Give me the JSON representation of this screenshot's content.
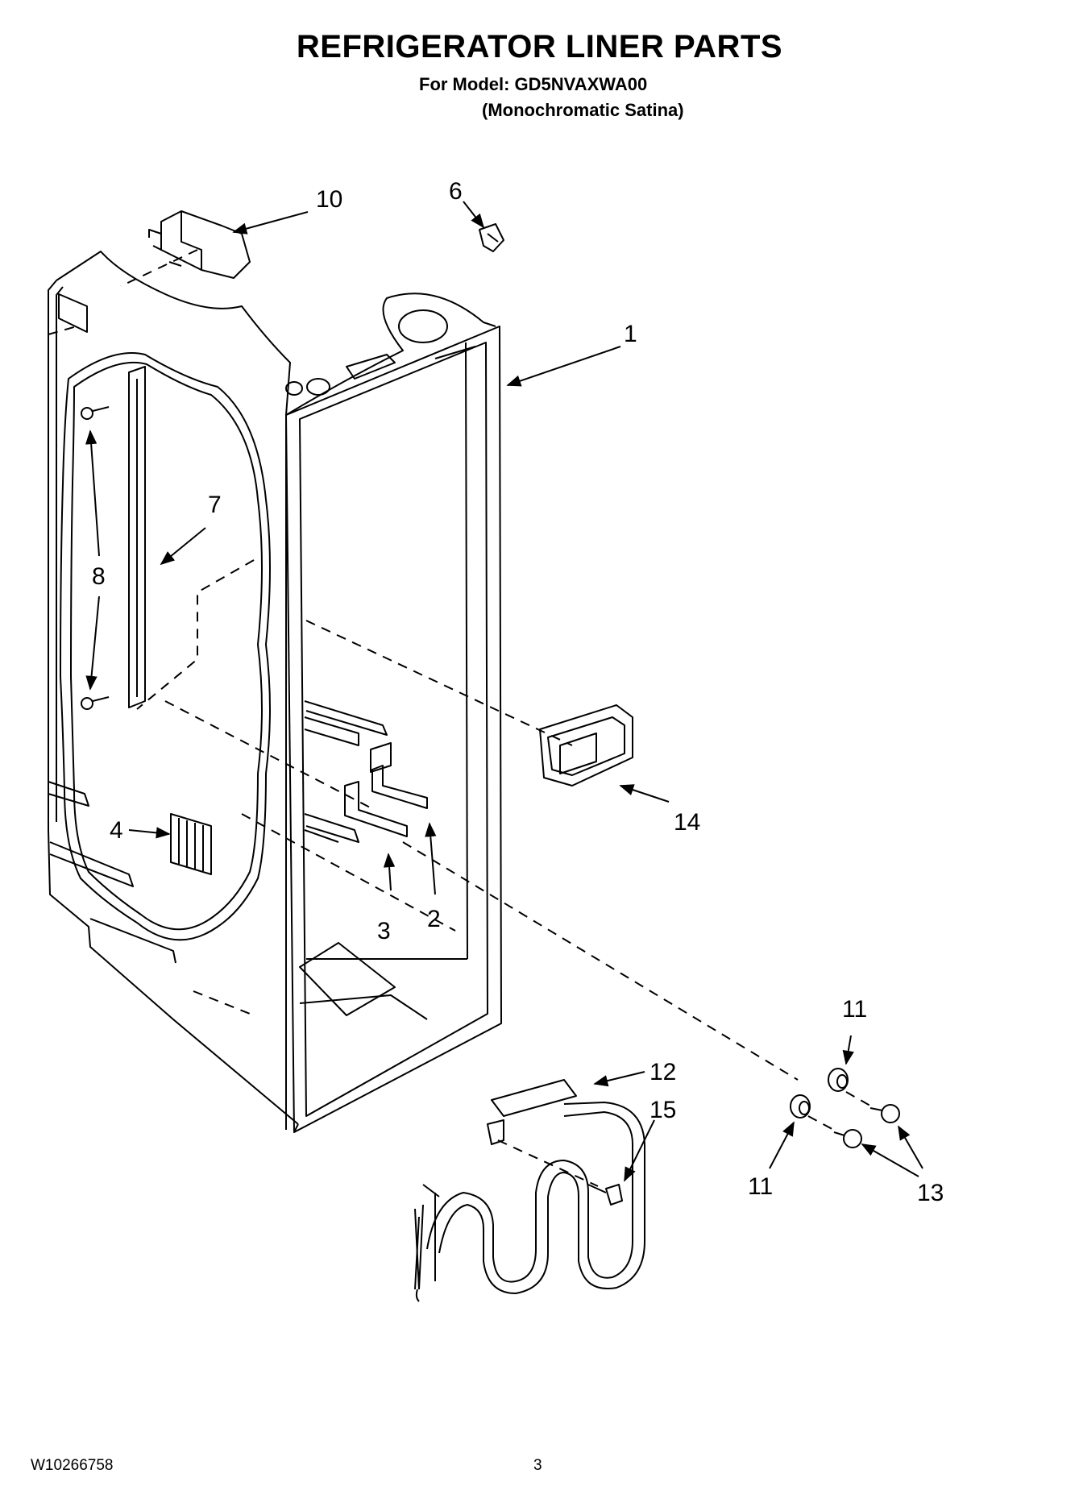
{
  "header": {
    "title": "REFRIGERATOR LINER PARTS",
    "model_line": "For Model: GD5NVAXWA00",
    "color_line": "(Monochromatic Satina)"
  },
  "callouts": {
    "c1": "1",
    "c2": "2",
    "c3": "3",
    "c4": "4",
    "c6": "6",
    "c7": "7",
    "c8": "8",
    "c10": "10",
    "c11a": "11",
    "c11b": "11",
    "c12": "12",
    "c13": "13",
    "c14": "14",
    "c15": "15"
  },
  "footer": {
    "doc_number": "W10266758",
    "page_number": "3"
  }
}
